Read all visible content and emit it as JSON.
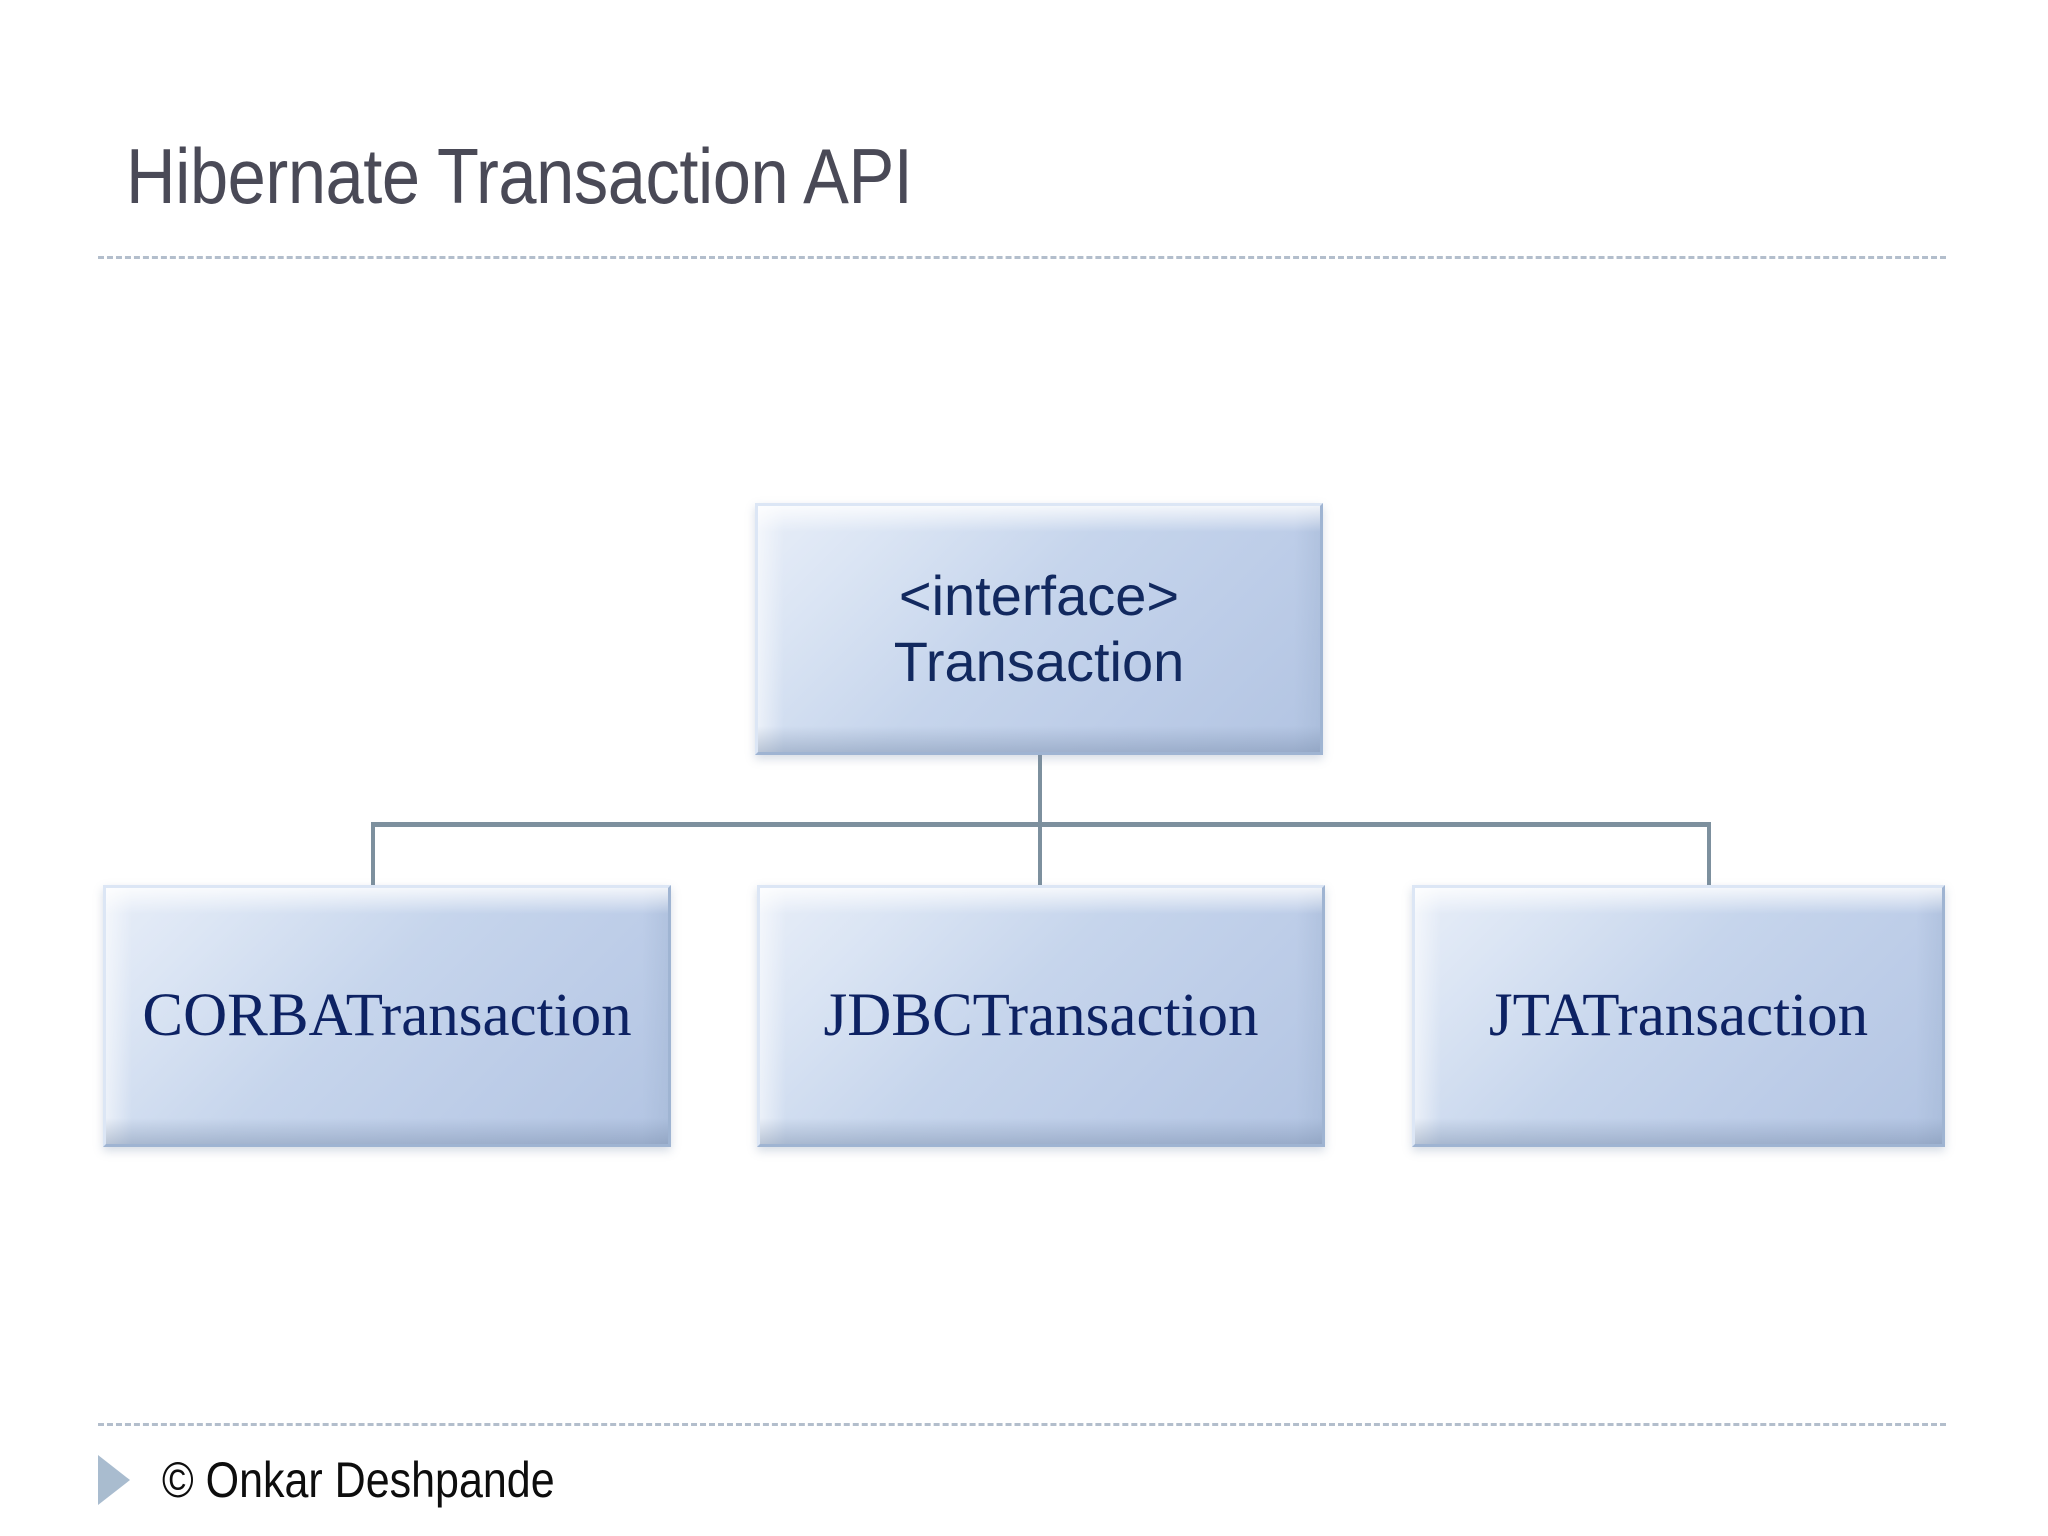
{
  "slide": {
    "title": "Hibernate Transaction API",
    "background_color": "#ffffff",
    "title_color": "#4a4a57",
    "rule_color": "#a6b3c4"
  },
  "diagram": {
    "type": "class-hierarchy",
    "connector_color": "#7d909e",
    "node_fill_light": "#e8eef8",
    "node_fill_dark": "#b2c4e2",
    "node_text_color": "#11295e",
    "root": {
      "stereotype": "<interface>",
      "name": "Transaction"
    },
    "children": [
      {
        "name": "CORBATransaction"
      },
      {
        "name": "JDBCTransaction"
      },
      {
        "name": "JTATransaction"
      }
    ]
  },
  "footer": {
    "bullet_icon": "triangle-right-icon",
    "bullet_color": "#a9bccf",
    "text": "© Onkar Deshpande"
  }
}
